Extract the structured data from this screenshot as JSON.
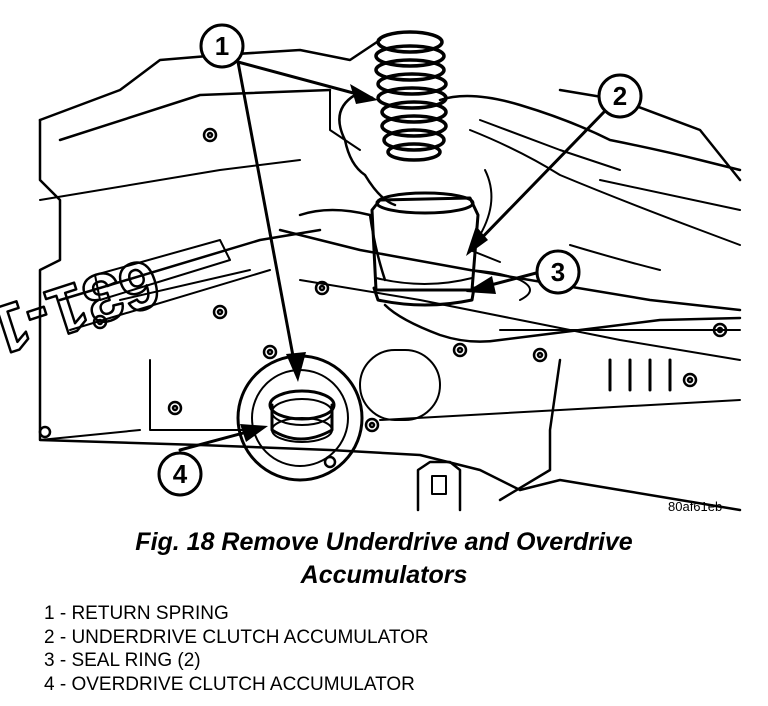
{
  "figure": {
    "image_code": "80af61eb",
    "caption_line1": "Fig. 18 Remove Underdrive and Overdrive",
    "caption_line2": "Accumulators",
    "callouts": [
      "1",
      "2",
      "3",
      "4"
    ],
    "cast_marking": "631-1"
  },
  "legend": [
    {
      "number": "1",
      "text": "1 - RETURN SPRING"
    },
    {
      "number": "2",
      "text": "2 - UNDERDRIVE CLUTCH ACCUMULATOR"
    },
    {
      "number": "3",
      "text": "3 - SEAL RING (2)"
    },
    {
      "number": "4",
      "text": "4 - OVERDRIVE CLUTCH ACCUMULATOR"
    }
  ]
}
